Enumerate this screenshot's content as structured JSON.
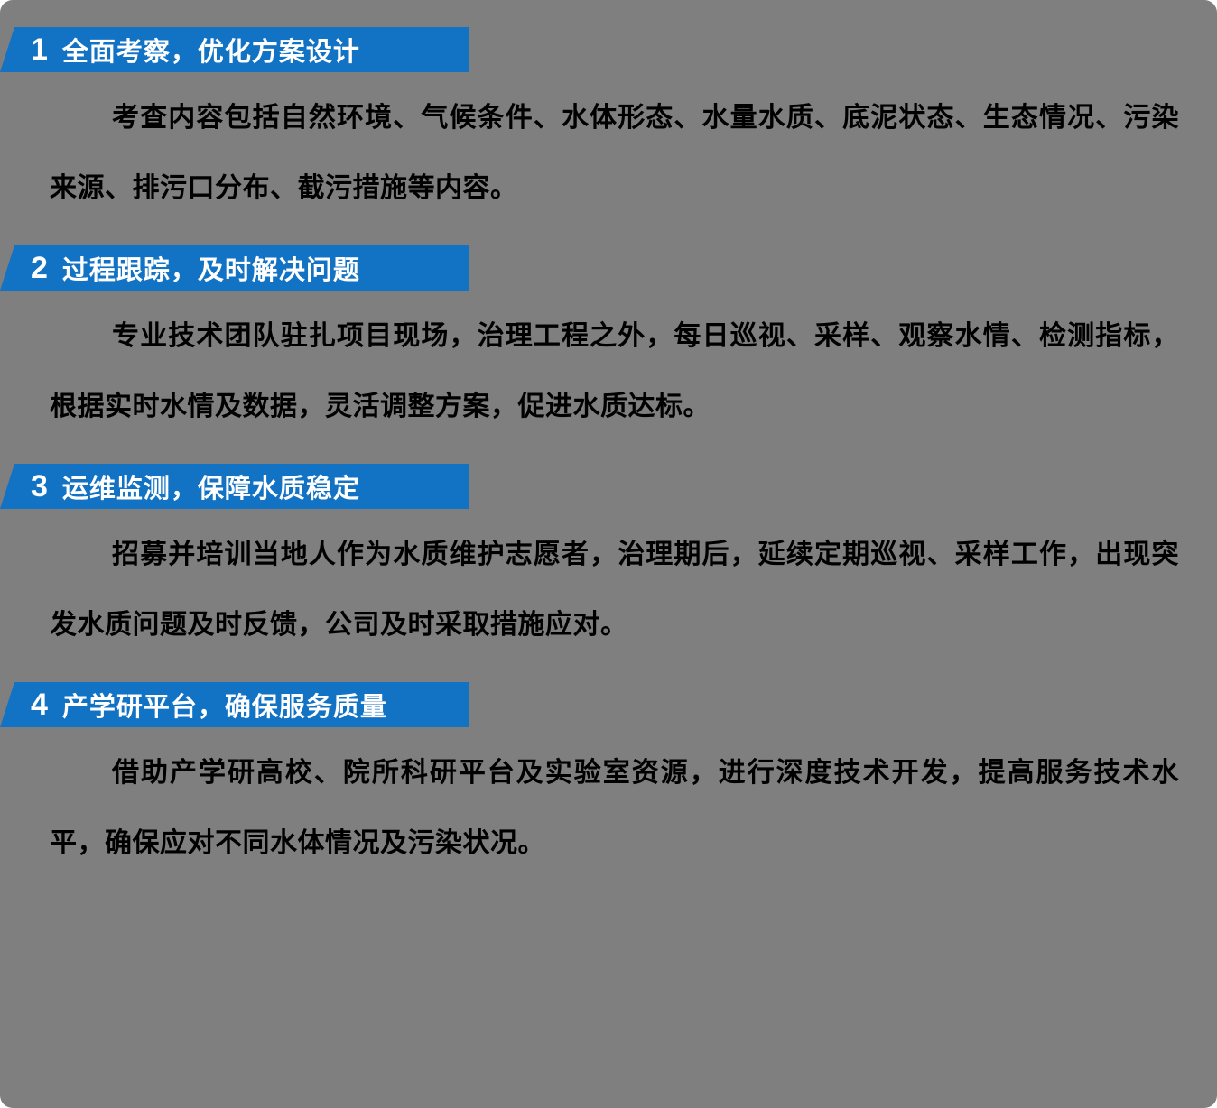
{
  "page": {
    "background_color": "#7f7f7f",
    "banner_color": "#1272c4",
    "banner_text_color": "#ffffff",
    "body_text_color": "#000000"
  },
  "sections": [
    {
      "number": "1",
      "title": "全面考察，优化方案设计",
      "body": "考查内容包括自然环境、气候条件、水体形态、水量水质、底泥状态、生态情况、污染来源、排污口分布、截污措施等内容。"
    },
    {
      "number": "2",
      "title": "过程跟踪，及时解决问题",
      "body": "专业技术团队驻扎项目现场，治理工程之外，每日巡视、采样、观察水情、检测指标，根据实时水情及数据，灵活调整方案，促进水质达标。"
    },
    {
      "number": "3",
      "title": "运维监测，保障水质稳定",
      "body": "招募并培训当地人作为水质维护志愿者，治理期后，延续定期巡视、采样工作，出现突发水质问题及时反馈，公司及时采取措施应对。"
    },
    {
      "number": "4",
      "title": "产学研平台，确保服务质量",
      "body": "借助产学研高校、院所科研平台及实验室资源，进行深度技术开发，提高服务技术水平，确保应对不同水体情况及污染状况。"
    }
  ]
}
